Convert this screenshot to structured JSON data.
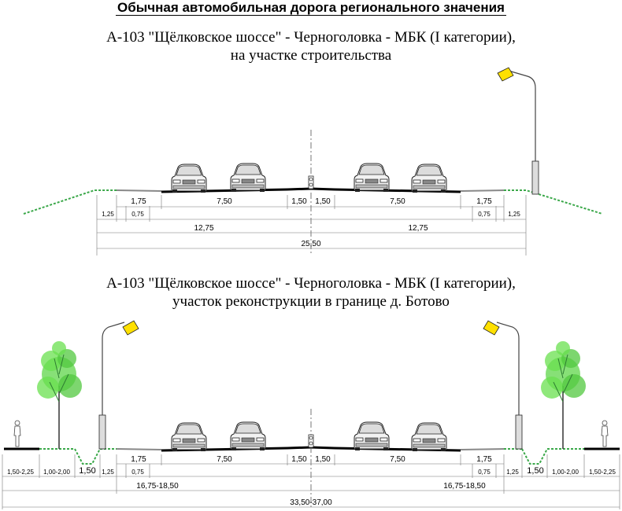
{
  "title": "Обычная автомобильная дорога регионального значения",
  "sections": [
    {
      "line1": "А-103 \"Щёлковское шоссе\" - Черноголовка - МБК (I категории),",
      "line2": "на участке строительства",
      "dims_row1": [
        "1,75",
        "7,50",
        "1,50",
        "1,50",
        "7,50",
        "1,75"
      ],
      "dims_row2": [
        "1,25",
        "0,75",
        "0,75",
        "1,25"
      ],
      "half_widths": [
        "12,75",
        "12,75"
      ],
      "total_width": "25,50"
    },
    {
      "line1": "А-103 \"Щёлковское шоссе\" - Черноголовка - МБК (I категории),",
      "line2": "участок реконструкции в границе д. Ботово",
      "dims_row1": [
        "1,50",
        "1,75",
        "7,50",
        "1,50",
        "1,50",
        "7,50",
        "1,75",
        "1,50"
      ],
      "dims_row2": [
        "1,50-2,25",
        "1,00-2,00",
        "1,25",
        "0,75",
        "0,75",
        "1,25",
        "1,00-2,00",
        "1,50-2,25"
      ],
      "half_widths": [
        "16,75-18,50",
        "16,75-18,50"
      ],
      "total_width": "33,50-37,00"
    }
  ],
  "colors": {
    "grass": "#3ba84a",
    "tree": "#5fd64a",
    "lamp": "#ffe000",
    "road": "#000000"
  },
  "icons": [
    "car-icon",
    "lamp-post-icon",
    "tree-icon",
    "pedestrian-icon"
  ]
}
